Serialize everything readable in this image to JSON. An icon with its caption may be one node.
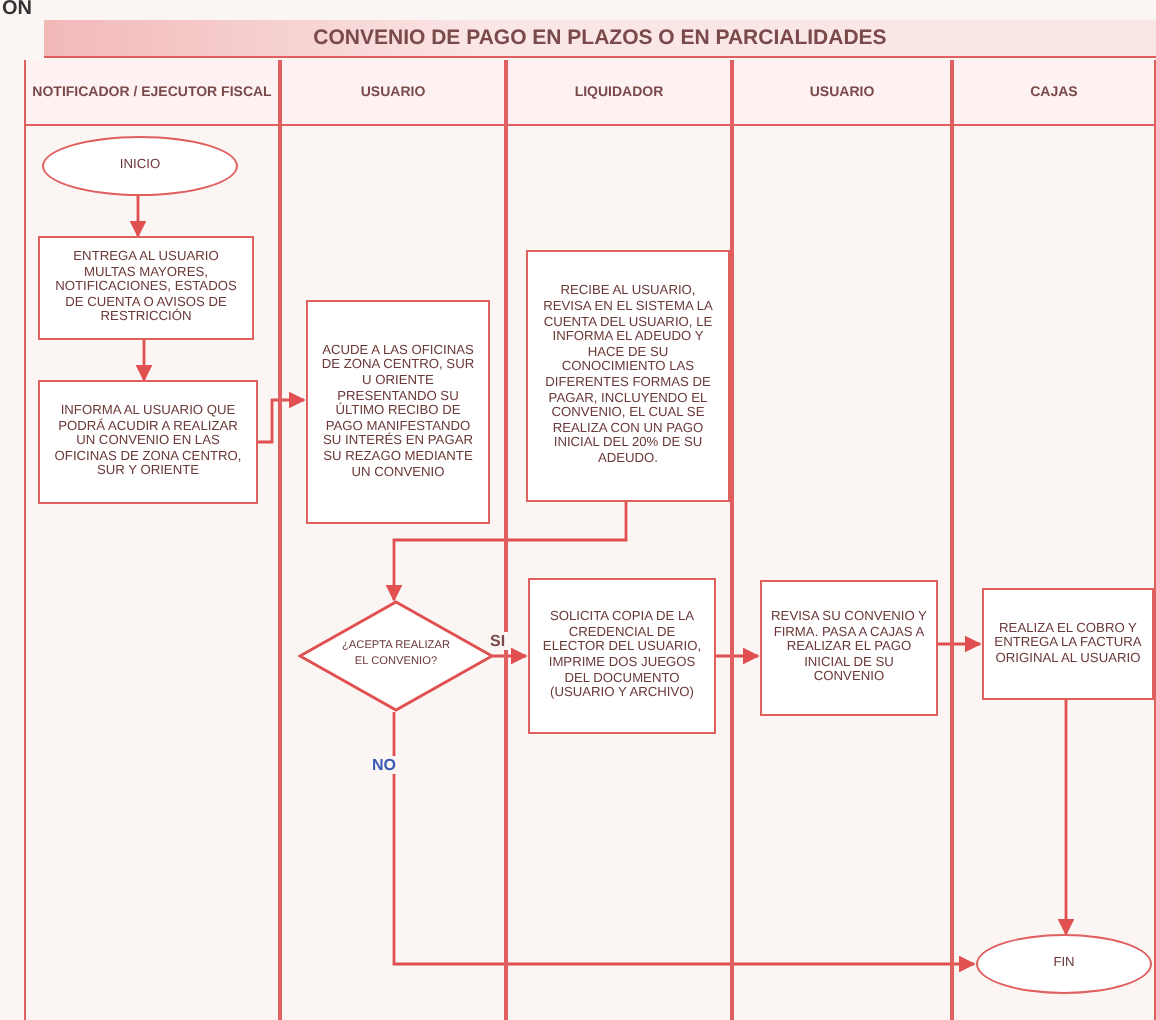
{
  "diagram": {
    "title": "CONVENIO DE PAGO EN PLAZOS O EN PARCIALIDADES",
    "nodes": [
      {
        "text": [
          "NOTIFICADOR / EJECUTOR FISCAL"
        ]
      },
      {
        "text": [
          "USUARIO"
        ]
      },
      {
        "text": [
          "LIQUIDADOR"
        ]
      },
      {
        "text": [
          "USUARIO"
        ]
      },
      {
        "text": [
          "CAJAS"
        ]
      },
      {
        "text": [
          "INICIO"
        ],
        "in": 0
      },
      {
        "text": [
          "ENTREGA AL USUARIO MULTAS MAYORES, NOTIFICACIONES, ESTADOS DE CUENTA O AVISOS DE RESTRICCIÓN"
        ],
        "in": 0
      },
      {
        "text": [
          "INFORMA AL USUARIO QUE PODRÁ ACUDIR A REALIZAR UN CONVENIO EN LAS OFICINAS DE ZONA CENTRO, SUR Y ORIENTE"
        ],
        "in": 0
      },
      {
        "text": [
          "ACUDE A LAS OFICINAS DE ZONA CENTRO, SUR U ORIENTE PRESENTANDO SU ÚLTIMO RECIBO DE PAGO MANIFESTANDO SU INTERÉS EN PAGAR SU REZAGO MEDIANTE UN CONVENIO"
        ],
        "in": 1
      },
      {
        "text": [
          "RECIBE AL USUARIO, REVISA EN EL SISTEMA LA CUENTA DEL USUARIO, LE INFORMA EL ADEUDO Y HACE DE SU CONOCIMIENTO LAS DIFERENTES FORMAS DE PAGAR, INCLUYENDO EL CONVENIO, EL CUAL SE REALIZA CON UN PAGO INICIAL DEL 20% DE SU ADEUDO."
        ],
        "in": 2
      },
      {
        "text": [
          "¿ACEPTA REALIZAR EL CONVENIO?"
        ],
        "in": 1
      },
      {
        "text": [
          "SOLICITA COPIA DE LA CREDENCIAL DE ELECTOR DEL USUARIO, IMPRIME DOS JUEGOS DEL DOCUMENTO (USUARIO Y ARCHIVO)"
        ],
        "in": 2
      },
      {
        "text": [
          "REVISA SU CONVENIO Y FIRMA. PASA A CAJAS A REALIZAR EL PAGO INICIAL DE SU CONVENIO"
        ],
        "in": 3
      },
      {
        "text": [
          "REALIZA EL COBRO Y ENTREGA LA FACTURA ORIGINAL AL USUARIO"
        ],
        "in": 4
      },
      {
        "text": [
          "FIN"
        ],
        "in": 4
      }
    ],
    "edges": [
      {
        "from": 5,
        "to": 6,
        "arrow": "to"
      },
      {
        "from": 6,
        "to": 7,
        "arrow": "to"
      },
      {
        "from": 7,
        "to": 8,
        "arrow": "to"
      },
      {
        "from": 9,
        "to": 10,
        "arrow": "to"
      },
      {
        "from": 10,
        "to": 11,
        "arrow": "to",
        "label": "SI"
      },
      {
        "from": 10,
        "to": 14,
        "arrow": "to",
        "label": "NO"
      },
      {
        "from": 11,
        "to": 12,
        "arrow": "to"
      },
      {
        "from": 12,
        "to": 13,
        "arrow": "to"
      },
      {
        "from": 13,
        "to": 14,
        "arrow": "to"
      }
    ],
    "labels": [
      "ON"
    ]
  }
}
